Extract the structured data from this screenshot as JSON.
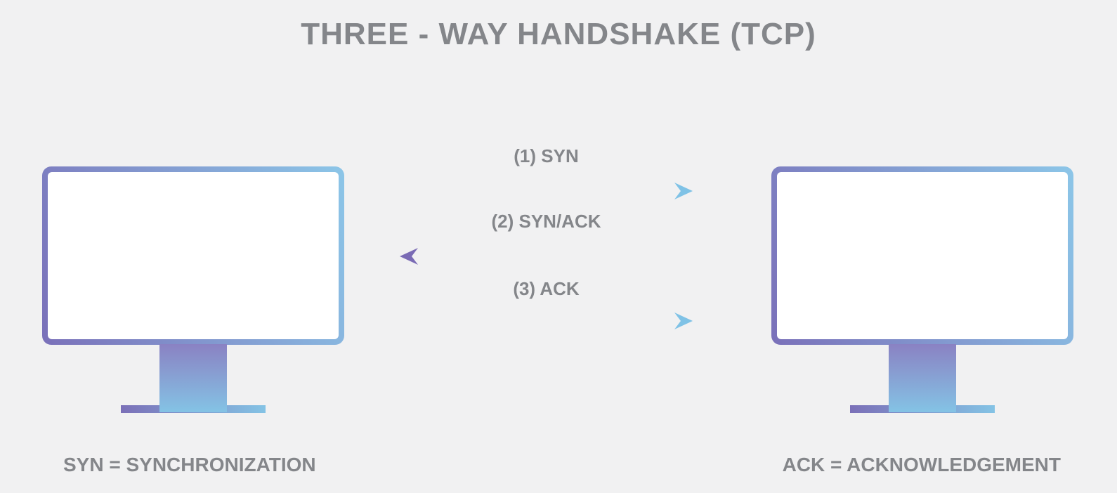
{
  "title": "THREE - WAY HANDSHAKE (TCP)",
  "handshake": {
    "protocol": "TCP",
    "steps": [
      {
        "order": 1,
        "label": "(1) SYN",
        "flag": "SYN",
        "direction": "left-to-right"
      },
      {
        "order": 2,
        "label": "(2) SYN/ACK",
        "flag": "SYN/ACK",
        "direction": "right-to-left"
      },
      {
        "order": 3,
        "label": "(3) ACK",
        "flag": "ACK",
        "direction": "left-to-right"
      }
    ]
  },
  "legend": {
    "syn": "SYN = SYNCHRONIZATION",
    "ack": "ACK = ACKNOWLEDGEMENT"
  },
  "icons": {
    "left_node": "monitor-icon",
    "right_node": "monitor-icon",
    "arrows": [
      "arrow-right-icon",
      "arrow-left-icon",
      "arrow-right-icon"
    ]
  },
  "colors": {
    "background": "#f1f1f2",
    "text_gray": "#84868a",
    "gradient_purple": "#7a6fb8",
    "gradient_blue": "#8bc6e8",
    "arrowhead_blue": "#7fc2e6",
    "arrowhead_purple": "#7a6bb5",
    "screen_white": "#ffffff"
  }
}
